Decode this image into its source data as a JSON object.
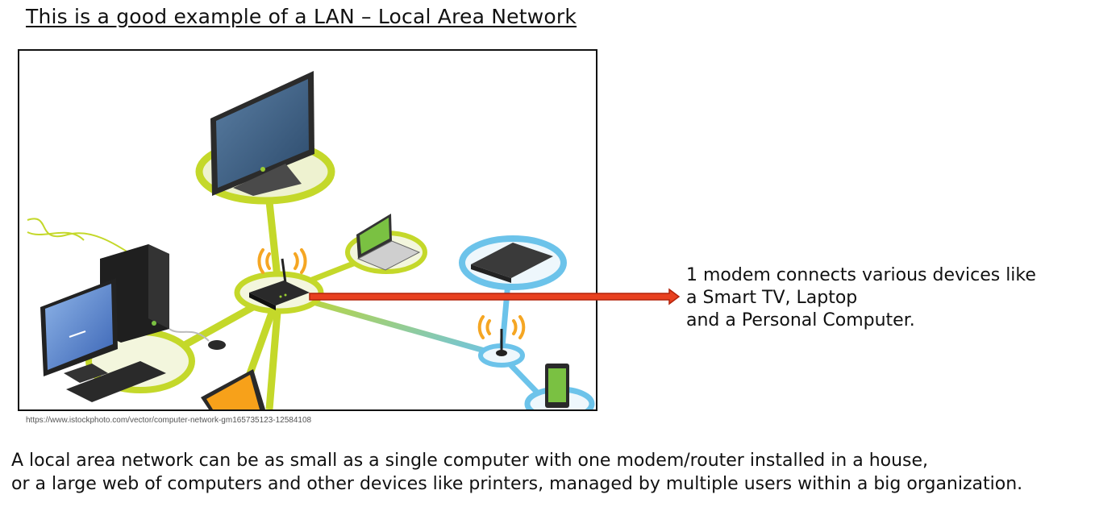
{
  "title": "This is a good example of a LAN – Local Area Network",
  "image_credit": "https://www.istockphoto.com/vector/computer-network-gm165735123-12584108",
  "annotation": "1 modem connects various devices like\na Smart TV, Laptop\nand a Personal Computer.",
  "description": "A local area network can be as small as a single computer with one modem/router installed in a house,\nor a large web of computers and other devices like printers, managed by multiple users within a big organization.",
  "colors": {
    "accent_green": "#c4d82a",
    "accent_blue": "#6cc3ea",
    "arrow_fill": "#e8401f",
    "arrow_stroke": "#b3230b"
  }
}
